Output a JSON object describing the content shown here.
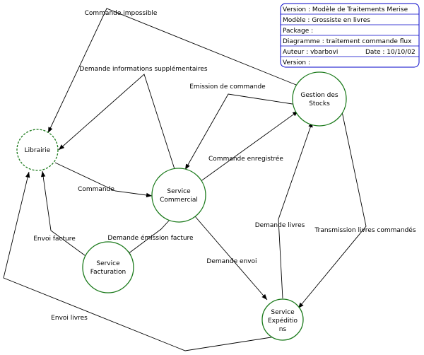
{
  "info_box": {
    "version_model": "Version : Modèle de Traitements Merise",
    "model": "Modèle : Grossiste en livres",
    "package": "Package :",
    "diagram": "Diagramme : traitement commande flux",
    "author": "Auteur : vbarbovi",
    "date": "Date : 10/10/02",
    "version": "Version :"
  },
  "nodes": {
    "librairie": [
      "Librairie"
    ],
    "gestion_stocks": [
      "Gestion des",
      "Stocks"
    ],
    "service_commercial": [
      "Service",
      "Commercial"
    ],
    "service_facturation": [
      "Service",
      "Facturation"
    ],
    "service_expeditions": [
      "Service",
      "Expéditio",
      "ns"
    ]
  },
  "flows": {
    "commande_impossible": "Commande impossible",
    "demande_info": "Demande informations supplémentaires",
    "emission_commande": "Emission de commande",
    "commande_enregistree": "Commande enregistrée",
    "commande": "Commande",
    "demande_emission_facture": "Demande émission facture",
    "envoi_facture": "Envoi facture",
    "demande_envoi": "Demande envoi",
    "demande_livres": "Demande livres",
    "transmission_livres": "Transmission livres commandés",
    "envoi_livres": "Envoi livres"
  },
  "colors": {
    "node_stroke": "#1b7a1b",
    "info_box_border": "#0000c8",
    "line": "#000000"
  }
}
